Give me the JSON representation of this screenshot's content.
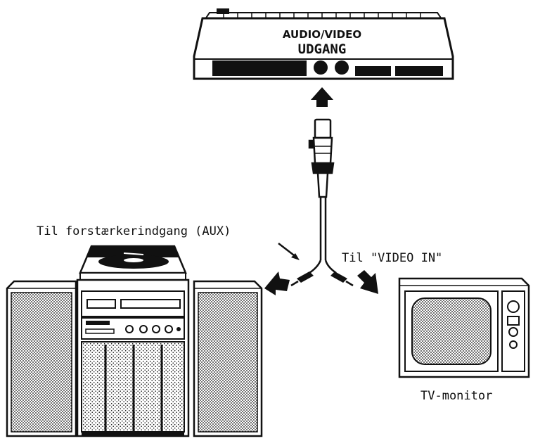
{
  "diagram": {
    "computer": {
      "port_label_line1": "AUDIO/VIDEO",
      "port_label_line2": "UDGANG"
    },
    "labels": {
      "amplifier_input": "Til forstærkerindgang (AUX)",
      "video_input": "Til \"VIDEO IN\"",
      "tv": "TV-monitor"
    },
    "colors": {
      "ink": "#111111",
      "paper": "#ffffff"
    }
  }
}
